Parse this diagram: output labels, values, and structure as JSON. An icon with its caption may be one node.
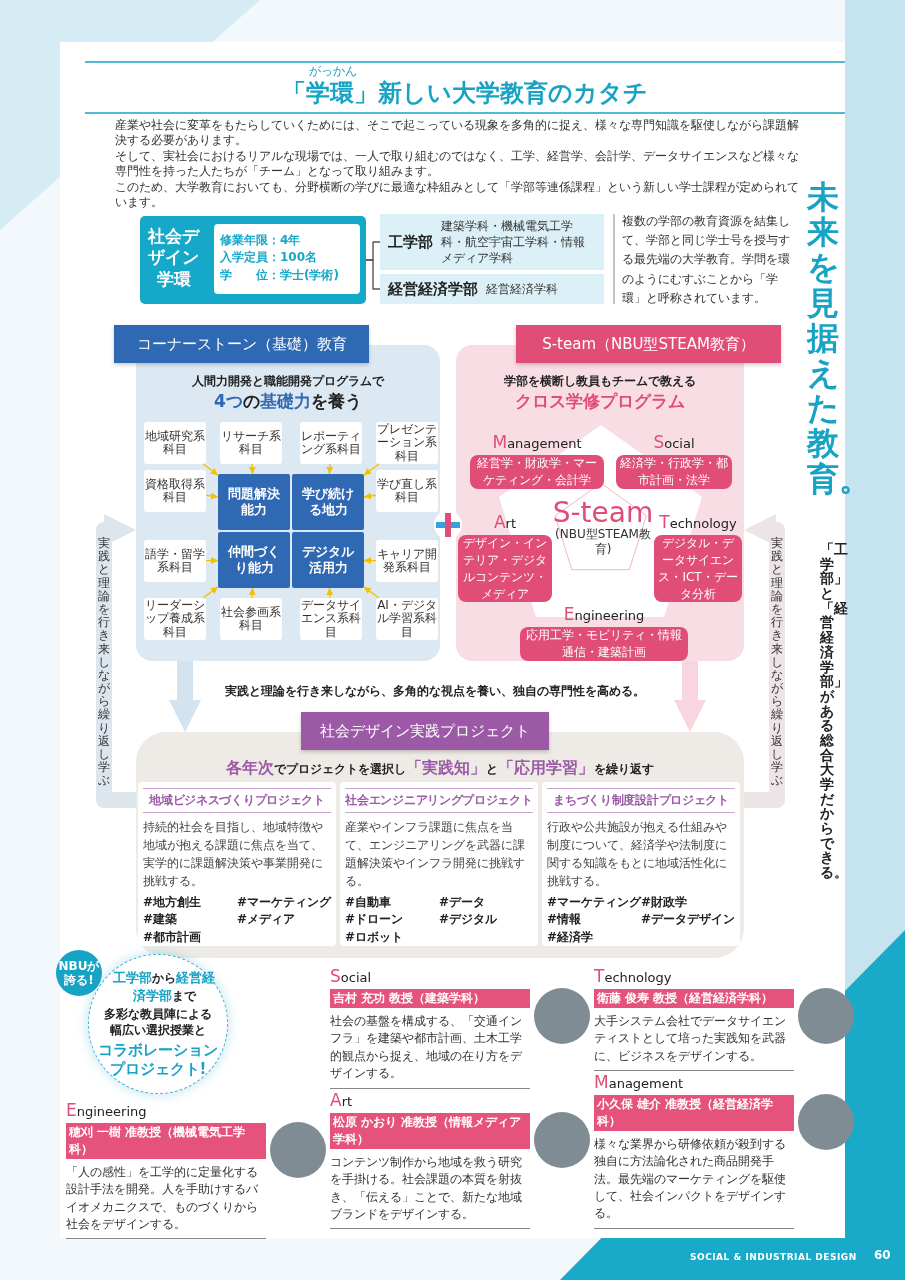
{
  "diagram": {
    "title": "「学環」新しい大学教育のカタチ",
    "nodes": [
      {
        "text": [
          "社会デザイン学環"
        ]
      },
      {
        "text": [
          "修業年限：4年",
          "入学定員：100名",
          "学　　位：学士(学術)"
        ],
        "in": 0
      },
      {
        "text": [
          "工学部",
          "建築学科・機械電気工学科・航空宇宙工学科・情報メディア学科"
        ]
      },
      {
        "text": [
          "経営経済学部",
          "経営経済学科"
        ]
      },
      {
        "text": [
          "コーナーストーン（基礎）教育",
          "人間力開発と職能開発プログラムで",
          "**4つ**の**基礎力**を養う"
        ]
      },
      {
        "text": [
          "問題解決能力"
        ],
        "in": 4
      },
      {
        "text": [
          "学び続ける地力"
        ],
        "in": 4
      },
      {
        "text": [
          "仲間づくり能力"
        ],
        "in": 4
      },
      {
        "text": [
          "デジタル活用力"
        ],
        "in": 4
      },
      {
        "text": [
          "地域研究系科目"
        ],
        "in": 4
      },
      {
        "text": [
          "リサーチ系科目"
        ],
        "in": 4
      },
      {
        "text": [
          "資格取得系科目"
        ],
        "in": 4
      },
      {
        "text": [
          "レポーティング系科目"
        ],
        "in": 4
      },
      {
        "text": [
          "プレゼンテーション系科目"
        ],
        "in": 4
      },
      {
        "text": [
          "学び直し系科目"
        ],
        "in": 4
      },
      {
        "text": [
          "語学・留学系科目"
        ],
        "in": 4
      },
      {
        "text": [
          "リーダーシップ養成系科目"
        ],
        "in": 4
      },
      {
        "text": [
          "社会参画系科目"
        ],
        "in": 4
      },
      {
        "text": [
          "キャリア開発系科目"
        ],
        "in": 4
      },
      {
        "text": [
          "データサイエンス系科目"
        ],
        "in": 4
      },
      {
        "text": [
          "AI・デジタル学習系科目"
        ],
        "in": 4
      },
      {
        "text": [
          "S-team（NBU型STEAM教育）",
          "学部を横断し教員もチームで教える",
          "クロス学修プログラム"
        ]
      },
      {
        "text": [
          "S-team",
          "(NBU型STEAM教育)"
        ],
        "in": 21
      },
      {
        "text": [
          "Management",
          "経営学・財政学・マーケティング・会計学"
        ],
        "in": 21
      },
      {
        "text": [
          "Social",
          "経済学・行政学・都市計画・法学"
        ],
        "in": 21
      },
      {
        "text": [
          "Art",
          "デザイン・インテリア・デジタルコンテンツ・メディア"
        ],
        "in": 21
      },
      {
        "text": [
          "Technology",
          "デジタル・データサイエンス・ICT・データ分析"
        ],
        "in": 21
      },
      {
        "text": [
          "Engineering",
          "応用工学・モビリティ・情報通信・建築計画"
        ],
        "in": 21
      },
      {
        "text": [
          "社会デザイン実践プロジェクト",
          "**各年次**でプロジェクトを選択し**「実践知」**と**「応用学習」**を繰り返す"
        ]
      },
      {
        "text": [
          "地域ビジネスづくりプロジェクト",
          "持続的社会を目指し、地域特徴や地域が抱える課題に焦点を当て、実学的に課題解決策や事業開発に挑戦する。",
          "#地方創生",
          "#マーケティング",
          "#建築",
          "#メディア",
          "#都市計画"
        ],
        "in": 28
      },
      {
        "text": [
          "社会エンジニアリングプロジェクト",
          "産業やインフラ課題に焦点を当て、エンジニアリングを武器に課題解決策やインフラ開発に挑戦する。",
          "#自動車",
          "#データ",
          "#ドローン",
          "#デジタル",
          "#ロボット"
        ],
        "in": 28
      },
      {
        "text": [
          "まちづくり制度設計プロジェクト",
          "行政や公共施設が抱える仕組みや制度について、経済学や法制度に関する知識をもとに地域活性化に挑戦する。",
          "#マーケティング",
          "#財政学",
          "#情報",
          "#データデザイン",
          "#経済学"
        ],
        "in": 28
      },
      {
        "text": [
          "**工学部**から**経営経済学部**まで",
          "多彩な教員陣による幅広い選択授業と",
          "コラボレーションプロジェクト!"
        ]
      },
      {
        "text": [
          "NBUが誇る!"
        ]
      },
      {
        "text": [
          "Social",
          "吉村 充功 教授（建築学科）",
          "社会の基盤を構成する、「交通インフラ」を建築や都市計画、土木工学的観点から捉え、地域の在り方をデザインする。"
        ]
      },
      {
        "text": [
          "Technology",
          "衛藤 俊寿 教授（経営経済学科）",
          "大手システム会社でデータサイエンティストとして培った実践知を武器に、ビジネスをデザインする。"
        ]
      },
      {
        "text": [
          "Engineering",
          "穂刈 一樹 准教授（機械電気工学科）",
          "「人の感性」を工学的に定量化する設計手法を開発。人を手助けするバイオメカニクスで、ものづくりから社会をデザインする。"
        ]
      },
      {
        "text": [
          "Art",
          "松原 かおり 准教授（情報メディア学科）",
          "コンテンツ制作から地域を救う研究を手掛ける。社会課題の本質を射抜き、「伝える」ことで、新たな地域ブランドをデザインする。"
        ]
      },
      {
        "text": [
          "Management",
          "小久保 雄介 准教授（経営経済学科）",
          "様々な業界から研修依頼が殺到する独自に方法論化された商品開発手法。最先端のマーケティングを駆使して、社会インパクトをデザインする。"
        ]
      }
    ],
    "edges": [
      {
        "from": 0,
        "to": 2,
        "arrow": "none",
        "color": "#555555"
      },
      {
        "from": 0,
        "to": 3,
        "arrow": "none",
        "color": "#555555"
      },
      {
        "from": 9,
        "to": 5,
        "arrow": "to"
      },
      {
        "from": 10,
        "to": 5,
        "arrow": "to"
      },
      {
        "from": 11,
        "to": 5,
        "arrow": "to"
      },
      {
        "from": 12,
        "to": 6,
        "arrow": "to"
      },
      {
        "from": 13,
        "to": 6,
        "arrow": "to"
      },
      {
        "from": 14,
        "to": 6,
        "arrow": "to"
      },
      {
        "from": 15,
        "to": 7,
        "arrow": "to"
      },
      {
        "from": 16,
        "to": 7,
        "arrow": "to"
      },
      {
        "from": 17,
        "to": 7,
        "arrow": "to"
      },
      {
        "from": 18,
        "to": 8,
        "arrow": "to"
      },
      {
        "from": 19,
        "to": 8,
        "arrow": "to"
      },
      {
        "from": 20,
        "to": 8,
        "arrow": "to"
      },
      {
        "from": 4,
        "to": 28,
        "arrow": "to",
        "style": "thick",
        "color": "#d3e3ef"
      },
      {
        "from": 21,
        "to": 28,
        "arrow": "to",
        "style": "thick",
        "color": "#f8d5df"
      },
      {
        "from": 28,
        "to": 4,
        "arrow": "to",
        "style": "thick",
        "color": "#dde6ed",
        "label": "実践と理論を行き来しながら繰り返し学ぶ"
      },
      {
        "from": 28,
        "to": 21,
        "arrow": "to",
        "style": "thick",
        "color": "#ede4e6",
        "label": "実践と理論を行き来しながら繰り返し学ぶ"
      }
    ],
    "labels": [
      "がっかん",
      "産業や社会に変革をもたらしていくためには、そこで起こっている現象を多角的に捉え、様々な専門知識を駆使しながら課題解決する必要があります。",
      "そして、実社会におけるリアルな現場では、一人で取り組むのではなく、工学、経営学、会計学、データサイエンスなど様々な専門性を持った人たちが「チーム」となって取り組みます。",
      "このため、大学教育においても、分野横断の学びに最適な枠組みとして「学部等連係課程」という新しい学士課程が定められています。",
      "複数の学部の教育資源を結集して、学部と同じ学士号を授与する最先端の大学教育。学問を環のようにむすぶことから「学環」と呼称されています。",
      "未来を見据えた教育。",
      "「工学部」と「経営経済学部」がある総合大学だからできる。",
      "実践と理論を行き来しながら、多角的な視点を養い、独自の専門性を高める。",
      "SOCIAL & INDUSTRIAL DESIGN",
      "60"
    ]
  }
}
